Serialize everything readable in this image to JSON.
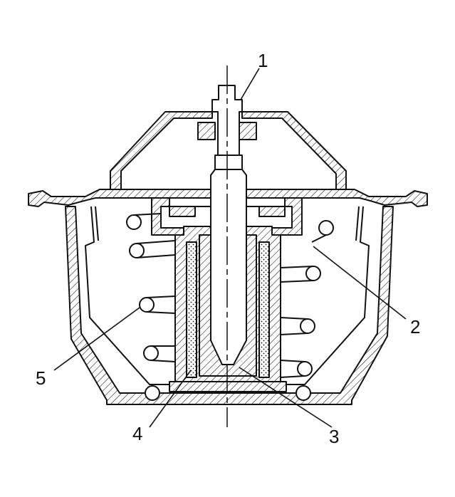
{
  "diagram": {
    "callouts": [
      {
        "id": "callout-1",
        "label": "1"
      },
      {
        "id": "callout-2",
        "label": "2"
      },
      {
        "id": "callout-3",
        "label": "3"
      },
      {
        "id": "callout-4",
        "label": "4"
      },
      {
        "id": "callout-5",
        "label": "5"
      }
    ]
  },
  "colors": {
    "ink": "#111111",
    "paper": "#ffffff"
  }
}
